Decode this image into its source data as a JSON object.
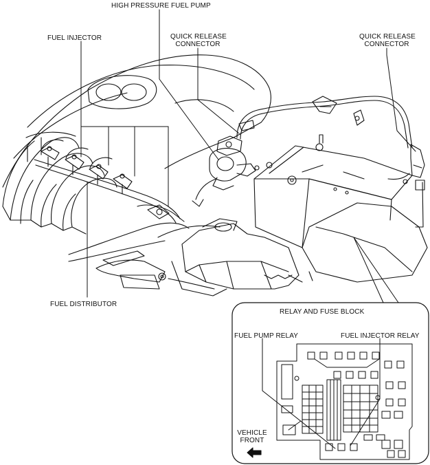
{
  "labels": {
    "high_pressure_fuel_pump": "HIGH PRESSURE FUEL PUMP",
    "fuel_injector": "FUEL INJECTOR",
    "quick_release_connector_1": [
      "QUICK RELEASE",
      "CONNECTOR"
    ],
    "quick_release_connector_2": [
      "QUICK RELEASE",
      "CONNECTOR"
    ],
    "fuel_distributor": "FUEL DISTRIBUTOR",
    "relay_and_fuse_block": "RELAY AND FUSE BLOCK",
    "fuel_pump_relay": "FUEL PUMP RELAY",
    "fuel_injector_relay": "FUEL INJECTOR RELAY",
    "vehicle_front": [
      "VEHICLE",
      "FRONT"
    ]
  }
}
